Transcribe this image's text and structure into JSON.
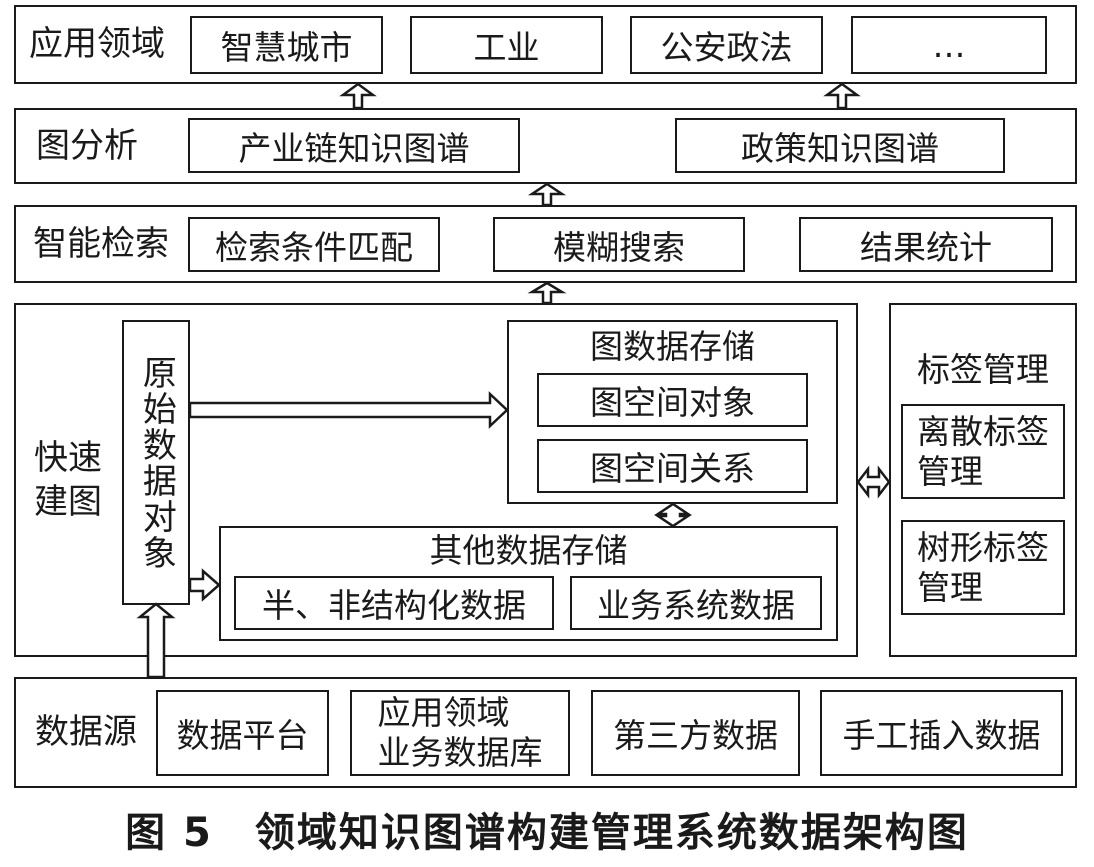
{
  "application_layer": {
    "title": "应用领域",
    "items": [
      "智慧城市",
      "工业",
      "公安政法",
      "…"
    ]
  },
  "graph_analysis_layer": {
    "title": "图分析",
    "items": [
      "产业链知识图谱",
      "政策知识图谱"
    ]
  },
  "search_layer": {
    "title": "智能检索",
    "items": [
      "检索条件匹配",
      "模糊搜索",
      "结果统计"
    ]
  },
  "build_layer": {
    "title": "快速建图",
    "raw_data": "原始数据对象",
    "graph_storage": {
      "title": "图数据存储",
      "items": [
        "图空间对象",
        "图空间关系"
      ]
    },
    "other_storage": {
      "title": "其他数据存储",
      "items": [
        "半、非结构化数据",
        "业务系统数据"
      ]
    }
  },
  "tag_layer": {
    "title": "标签管理",
    "items": [
      {
        "line1": "离散标签",
        "line2": "管理"
      },
      {
        "line1": "树形标签",
        "line2": "管理"
      }
    ]
  },
  "source_layer": {
    "title": "数据源",
    "items": [
      {
        "line1": "数据平台",
        "line2": ""
      },
      {
        "line1": "应用领域",
        "line2": "业务数据库"
      },
      {
        "line1": "第三方数据",
        "line2": ""
      },
      {
        "line1": "手工插入数据",
        "line2": ""
      }
    ]
  },
  "caption": "图 5　领域知识图谱构建管理系统数据架构图"
}
